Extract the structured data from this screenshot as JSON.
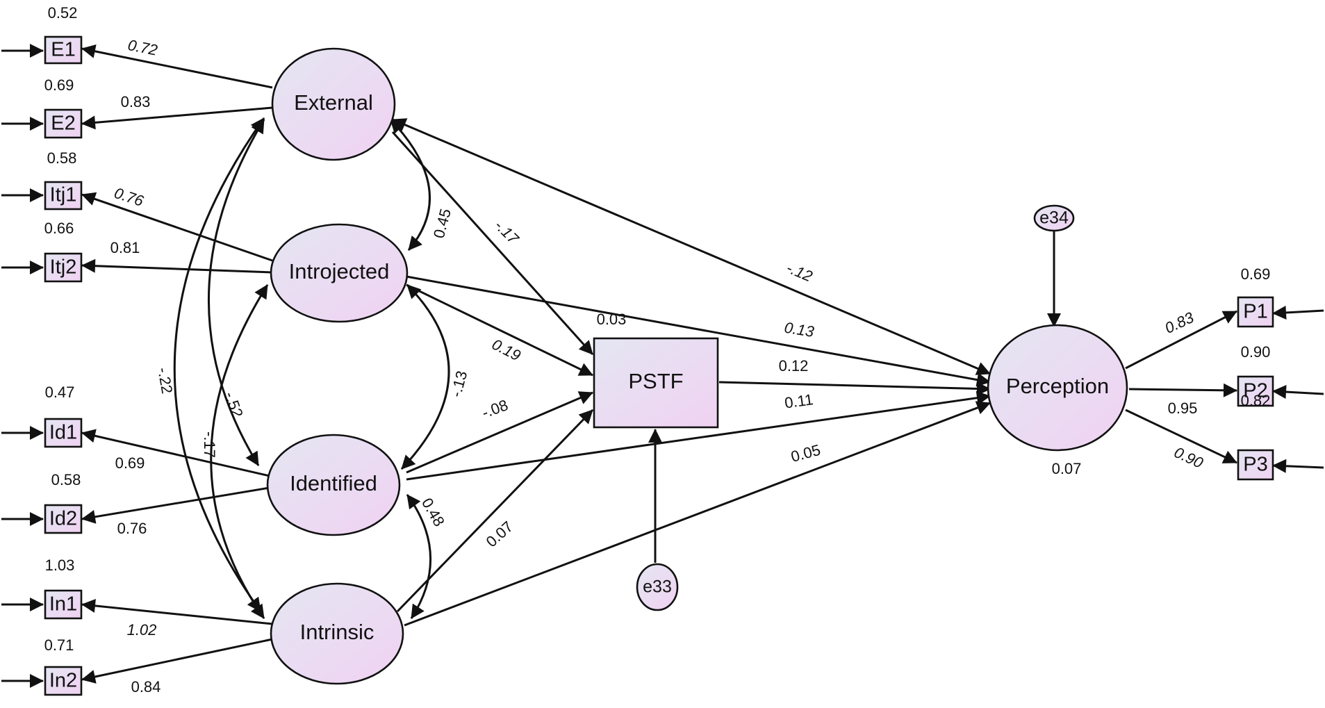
{
  "latents": {
    "external": "External",
    "introjected": "Introjected",
    "identified": "Identified",
    "intrinsic": "Intrinsic",
    "perception": "Perception"
  },
  "observed": {
    "pstf": "PSTF"
  },
  "errors": {
    "e33": "e33",
    "e34": "e34"
  },
  "indicators": {
    "E1": {
      "label": "E1",
      "variance": "0.52",
      "loading": "0.72"
    },
    "E2": {
      "label": "E2",
      "variance": "0.69",
      "loading": "0.83"
    },
    "Itj1": {
      "label": "Itj1",
      "variance": "0.58",
      "loading": "0.76"
    },
    "Itj2": {
      "label": "Itj2",
      "variance": "0.66",
      "loading": "0.81"
    },
    "Id1": {
      "label": "Id1",
      "variance": "0.47",
      "loading": "0.69"
    },
    "Id2": {
      "label": "Id2",
      "variance": "0.58",
      "loading": "0.76"
    },
    "In1": {
      "label": "In1",
      "variance": "1.03",
      "loading": "1.02"
    },
    "In2": {
      "label": "In2",
      "variance": "0.71",
      "loading": "0.84"
    },
    "P1": {
      "label": "P1",
      "variance": "0.69",
      "loading": "0.83"
    },
    "P2": {
      "label": "P2",
      "variance": "0.90",
      "loading": "0.95"
    },
    "P3": {
      "label": "P3",
      "variance": "0.82",
      "loading": "0.90"
    }
  },
  "correlations": {
    "external_introjected": "0.45",
    "external_identified": "-.52",
    "external_intrinsic": "-.22",
    "introjected_identified": "-.13",
    "introjected_intrinsic": "-.17",
    "identified_intrinsic": "0.48"
  },
  "paths_to_pstf": {
    "external": "-.17",
    "introjected": "0.19",
    "identified": "-.08",
    "intrinsic": "0.07"
  },
  "paths_to_perception": {
    "external": "-.12",
    "introjected": "0.13",
    "pstf": "0.12",
    "identified": "0.11",
    "intrinsic": "0.05"
  },
  "r_squared": {
    "pstf": "0.03",
    "perception": "0.07"
  },
  "colors": {
    "fill_top": "#e6e6f2",
    "fill_bottom": "#efd4f2",
    "stroke": "#111111"
  }
}
